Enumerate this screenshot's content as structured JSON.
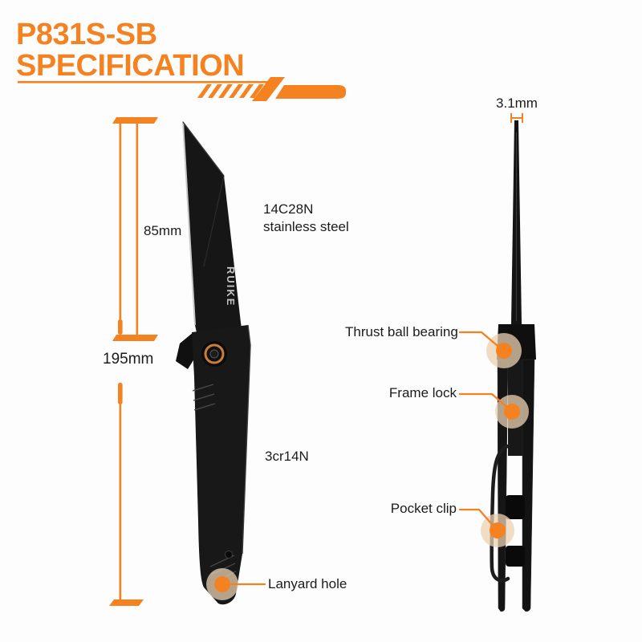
{
  "header": {
    "model": "P831S-SB",
    "title": "SPECIFICATION"
  },
  "colors": {
    "accent": "#F58220",
    "halo": "#EBD2B3",
    "text": "#1B1B1B",
    "knife": "#141414",
    "background": "#FDFDFD",
    "pivot_ring": "#C77E3A"
  },
  "front_view": {
    "brand_logo": "RUIKE",
    "blade_length_label": "85mm",
    "overall_length_label": "195mm",
    "blade_steel": {
      "line1": "14C28N",
      "line2": "stainless steel"
    },
    "handle_steel_label": "3cr14N",
    "lanyard_label": "Lanyard hole"
  },
  "side_view": {
    "thickness_label": "3.1mm",
    "callouts": [
      "Thrust ball bearing",
      "Frame lock",
      "Pocket clip"
    ]
  }
}
